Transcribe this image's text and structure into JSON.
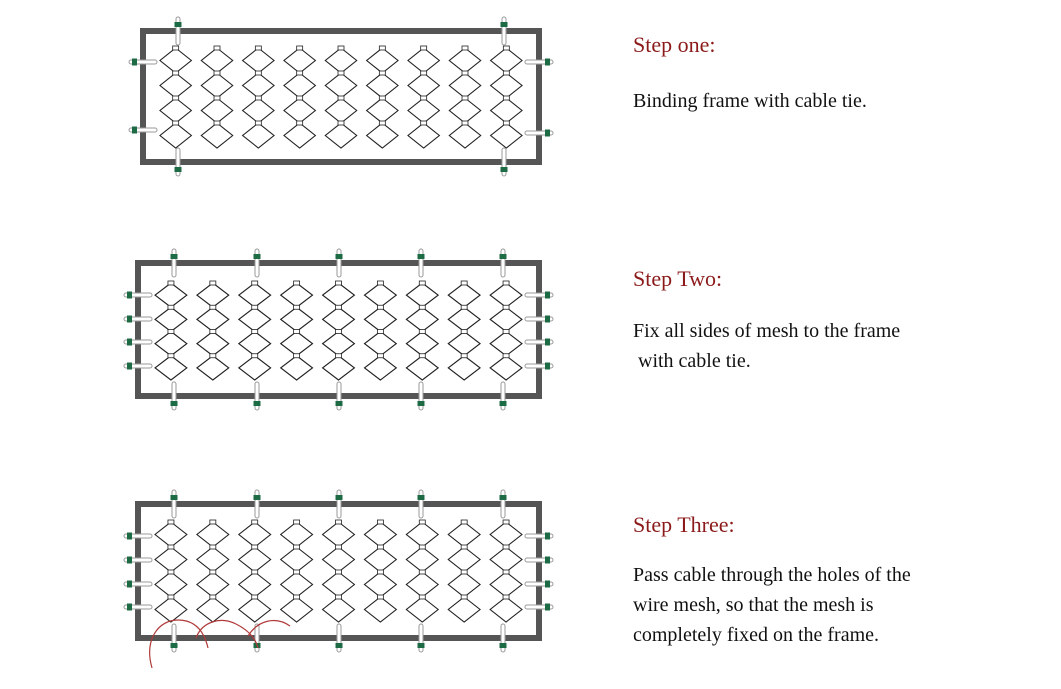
{
  "colors": {
    "frame": "#555555",
    "mesh": "#222222",
    "tie_head": "#1d6b45",
    "tie_strap": "#9a9a9a",
    "title": "#8b1a1a",
    "text": "#111111",
    "cable": "#b03a3a"
  },
  "steps": [
    {
      "title": "Step one:",
      "lines": [
        "Binding frame with cable tie."
      ]
    },
    {
      "title": "Step Two:",
      "lines": [
        "Fix all sides of mesh to the frame",
        " with cable tie."
      ]
    },
    {
      "title": "Step Three:",
      "lines": [
        "Pass cable through the holes of the",
        "wire mesh, so that the mesh is",
        "completely fixed on the frame."
      ]
    }
  ]
}
